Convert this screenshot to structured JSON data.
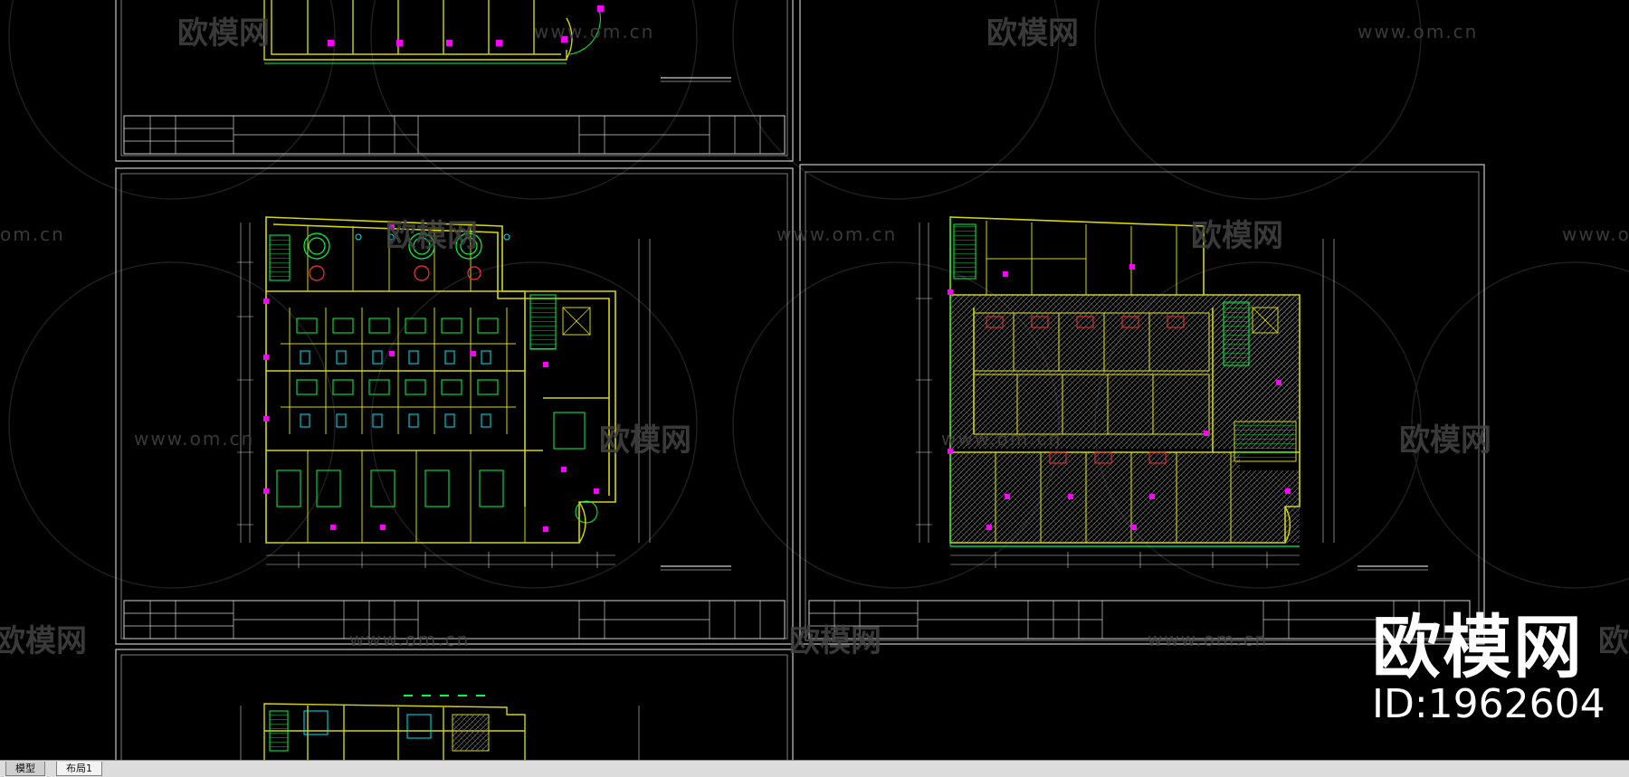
{
  "tabs": [
    {
      "label": "模型"
    },
    {
      "label": "布局1"
    }
  ],
  "watermark": {
    "brand": "欧模网",
    "url": "www.om.cn",
    "url_partial": "om.cn"
  },
  "brand_overlay": {
    "logo": "欧模网",
    "id": "ID:1962604"
  },
  "colors": {
    "background": "#000000",
    "sheet_border": "#c8c8c8",
    "wall": "#d6d600",
    "furniture": "#00ff40",
    "fixture": "#00e5ff",
    "marker": "#ff00ff",
    "dimension": "#ff3030",
    "hatch": "#8c8c8c"
  }
}
